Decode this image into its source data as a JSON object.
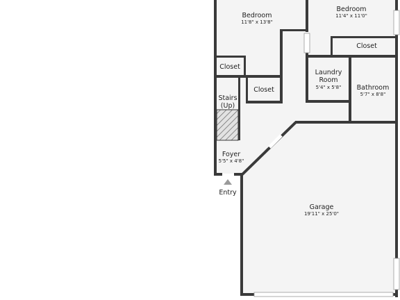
{
  "rooms": {
    "bedroom_left": {
      "name": "Bedroom",
      "dims": "11'8\" x 13'8\""
    },
    "bedroom_right": {
      "name": "Bedroom",
      "dims": "11'4\" x 11'0\""
    },
    "closet_right": {
      "name": "Closet"
    },
    "closet_left": {
      "name": "Closet"
    },
    "closet_middle": {
      "name": "Closet"
    },
    "stairs": {
      "name_line1": "Stairs",
      "name_line2": "(Up)"
    },
    "laundry": {
      "name_line1": "Laundry",
      "name_line2": "Room",
      "dims": "5'4\" x 5'8\""
    },
    "bathroom": {
      "name": "Bathroom",
      "dims": "5'7\" x 8'8\""
    },
    "foyer": {
      "name": "Foyer",
      "dims": "5'5\" x 4'8\""
    },
    "garage": {
      "name": "Garage",
      "dims": "19'11\" x 25'0\""
    }
  },
  "entry": {
    "label": "Entry"
  },
  "colors": {
    "wall": "#3a3a3a",
    "floor": "#f4f4f4",
    "text": "#1e1e1e",
    "stair_hatch": "#6a6a6a"
  }
}
